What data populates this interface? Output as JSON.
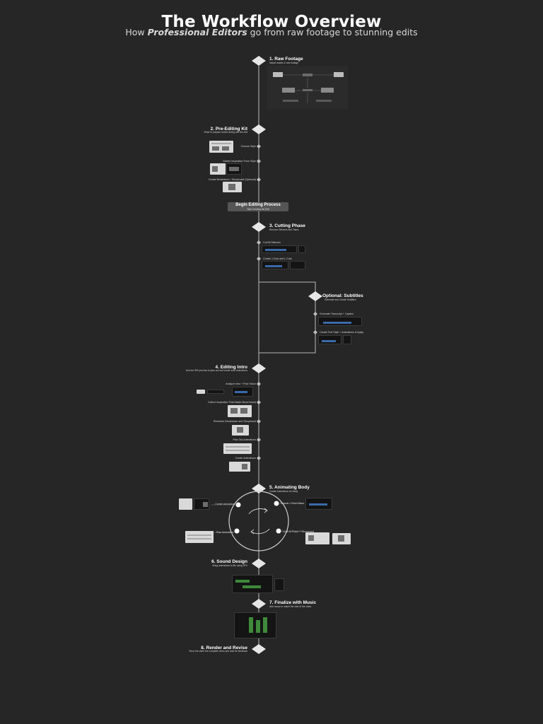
{
  "header": {
    "title": "The Workflow Overview",
    "subtitle_pre": "How ",
    "subtitle_em": "Professional Editors",
    "subtitle_post": " go from raw footage to stunning edits"
  },
  "steps": {
    "raw_footage": {
      "label": "1. Raw Footage",
      "sub": "Import assets & raw footage"
    },
    "pre_editing": {
      "label": "2. Pre-Editing Kit",
      "sub": "What to prepare before diving into the edit"
    },
    "cutting": {
      "label": "3. Cutting Phase",
      "sub": "Remove Silences and Takes"
    },
    "subtitles": {
      "label": "Optional: Subtitles",
      "sub": "Generate and Create Subtitles"
    },
    "intro": {
      "label": "4. Editing Intro",
      "sub": "Use the SIR process to plan out and create intro animations"
    },
    "body": {
      "label": "5. Animating Body",
      "sub": "Create Animations for Body"
    },
    "sound": {
      "label": "6. Sound Design",
      "sub": "Bring animations to life using SFX"
    },
    "music": {
      "label": "7. Finalize with Music",
      "sub": "Add music to match the vibe of the video"
    },
    "render": {
      "label": "8. Render and Revise",
      "sub": "Send the client the complete video and wait for feedback"
    }
  },
  "substeps": {
    "pre_editing": [
      "Choose Style",
      "Gather Inspiration From Style",
      "Create Breakdown / Storyboard (Optional)"
    ],
    "cutting": [
      "Cut All Silences",
      "Create J-Cuts and L-Cuts"
    ],
    "subtitles": [
      "Generate Transcript + Caption",
      "Create Text Style + Animations & Apply"
    ],
    "intro": [
      "Analyze Intro + Find Vision",
      "Collect Inspiration That Match Mood Board",
      "Reminder Breakdown and Storyboard",
      "Plan Out Animations",
      "Create Animations"
    ],
    "body_cycle": [
      "Create Animation",
      "Search + Find Vision",
      "Look at Props + Storyboard",
      "Plan Animation"
    ]
  },
  "begin": {
    "label": "Begin Editing Process",
    "sub": "Start Creating the Edit"
  },
  "colors": {
    "background": "#262626",
    "line": "#9a9a9a",
    "node": "#e6e6e6",
    "text": "#ffffff"
  },
  "icons": {
    "cycle": "refresh-cycle-icon",
    "node": "diamond-node-icon"
  }
}
